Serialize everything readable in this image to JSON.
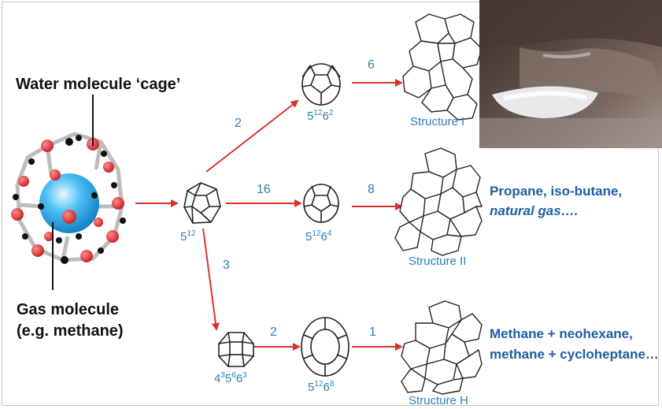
{
  "labels": {
    "cage": "Water molecule ‘cage’",
    "gas_line1": "Gas molecule",
    "gas_line2": "(e.g. methane)"
  },
  "cavities": {
    "c512": {
      "base": "5",
      "sup": "12"
    },
    "c51262": {
      "base1": "5",
      "sup1": "12",
      "base2": "6",
      "sup2": "2"
    },
    "c51264": {
      "base1": "5",
      "sup1": "12",
      "base2": "6",
      "sup2": "4"
    },
    "c435663": {
      "b1": "4",
      "s1": "3",
      "b2": "5",
      "s2": "6",
      "b3": "6",
      "s3": "3"
    },
    "c51268": {
      "base1": "5",
      "sup1": "12",
      "base2": "6",
      "sup2": "8"
    }
  },
  "counts": {
    "to_51262": "2",
    "to_51264": "16",
    "to_435663": "3",
    "to_51268": "2",
    "struct1": "6",
    "struct2": "8",
    "structH": "1"
  },
  "structures": {
    "s1": "Structure I",
    "s2": "Structure II",
    "sH": "Structure H"
  },
  "notes": {
    "s2_line1": "Propane, iso-butane,",
    "s2_line2": "natural gas….",
    "sH_line1": "Methane + neohexane,",
    "sH_line2": "methane + cycloheptane…"
  },
  "colors": {
    "arrow": "#d8322e",
    "text_blue": "#2e7fb8",
    "note_blue": "#1d5ea6",
    "sphere": "#2aa6e6",
    "oxygen": "#d8262a"
  }
}
